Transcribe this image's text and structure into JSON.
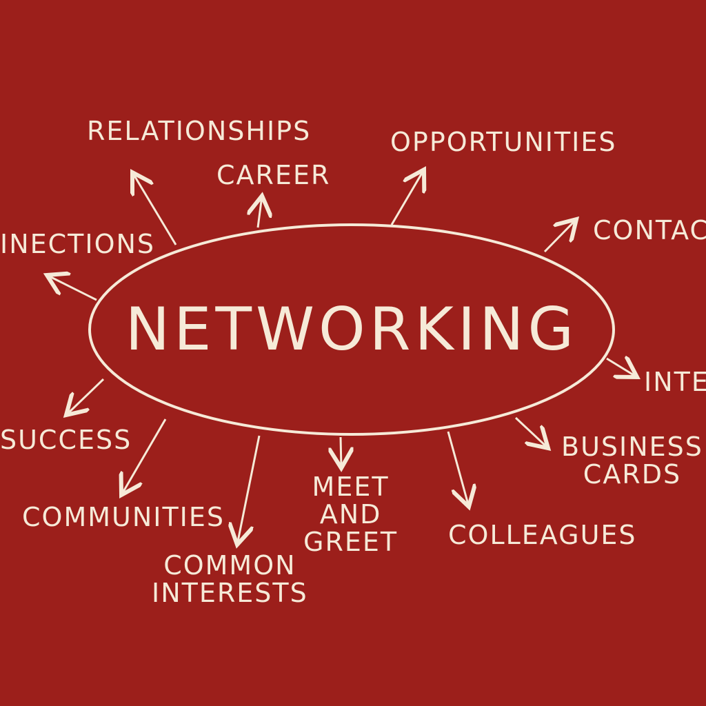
{
  "center": {
    "label": "NETWORKING"
  },
  "nodes": {
    "relationships": "RELATIONSHIPS",
    "career": "CAREER",
    "opportunities": "OPPORTUNITIES",
    "contacts": "CONTAC",
    "connections": "INECTIONS",
    "interests": "INTE",
    "success": "SUCCESS",
    "business_cards_line1": "BUSINESS",
    "business_cards_line2": "CARDS",
    "communities": "COMMUNITIES",
    "meet_line1": "MEET",
    "meet_line2": "AND",
    "meet_line3": "GREET",
    "colleagues": "COLLEAGUES",
    "common_line1": "COMMON",
    "common_line2": "INTERESTS"
  },
  "colors": {
    "background": "#9c1f1b",
    "ink": "#f6ead8"
  }
}
